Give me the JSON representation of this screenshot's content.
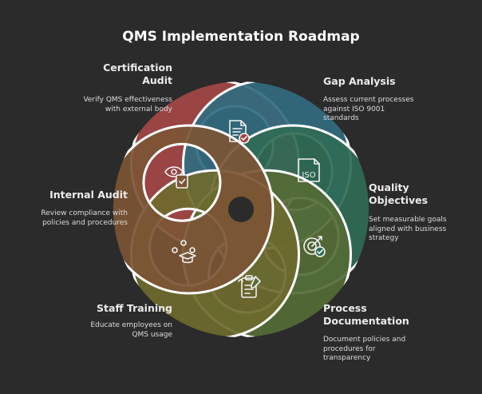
{
  "title": "QMS Implementation Roadmap",
  "steps": [
    {
      "name": "Certification Audit",
      "label": "Certification\nAudit",
      "description": "Verify QMS effectiveness with external body",
      "icon": "document-check-icon",
      "color": "#a44646"
    },
    {
      "name": "Gap Analysis",
      "label": "Gap Analysis",
      "description": "Assess current processes against ISO 9001 standards",
      "icon": "iso-document-icon",
      "icon_text": "ISO",
      "color": "#326b80"
    },
    {
      "name": "Quality Objectives",
      "label": "Quality\nObjectives",
      "description": "Set measurable goals aligned with business strategy",
      "icon": "target-check-icon",
      "color": "#2f6b56"
    },
    {
      "name": "Process Documentation",
      "label": "Process\nDocumentation",
      "description": "Document policies and procedures for transparency",
      "icon": "clipboard-edit-icon",
      "color": "#556b36"
    },
    {
      "name": "Staff Training",
      "label": "Staff Training",
      "description": "Educate employees on QMS usage",
      "icon": "graduation-team-icon",
      "color": "#6e6a2e"
    },
    {
      "name": "Internal Audit",
      "label": "Internal Audit",
      "description": "Review compliance with policies and procedures",
      "icon": "eye-clipboard-icon",
      "color": "#7c5535"
    }
  ],
  "colors": {
    "background": "#2b2b2b",
    "outline": "#ffffff"
  }
}
